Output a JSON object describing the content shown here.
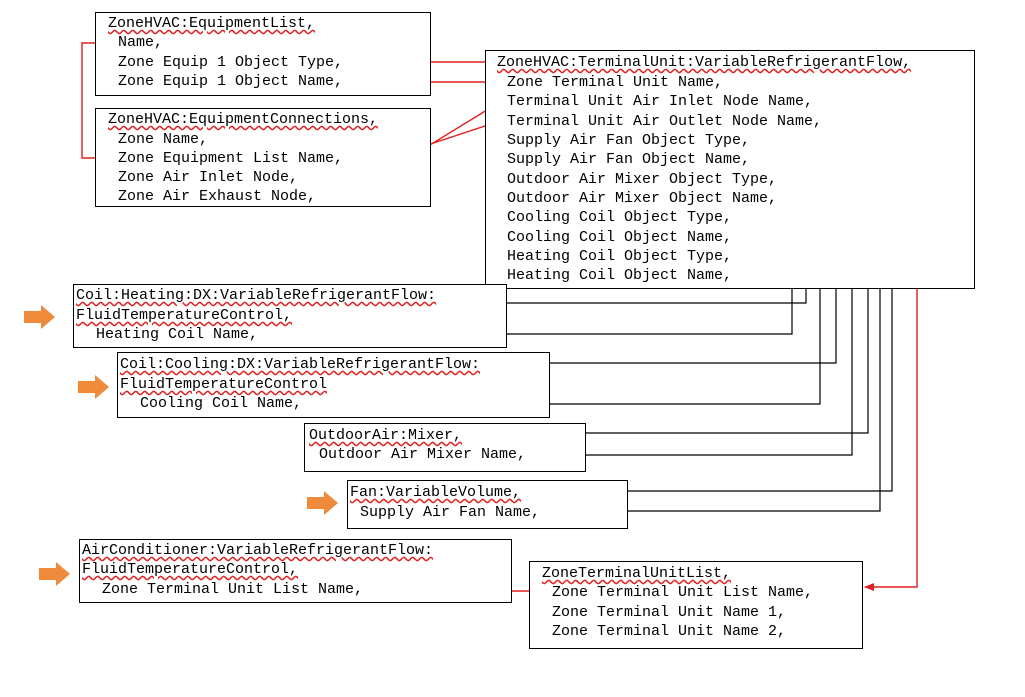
{
  "colors": {
    "link_red": "#e02020",
    "link_black": "#000000",
    "marker_orange": "#ef8a3a"
  },
  "eq_list": {
    "header": "ZoneHVAC:EquipmentList,",
    "name": "Name,",
    "equip_type": "Zone Equip 1 Object Type,",
    "equip_name": "Zone Equip 1 Object Name,"
  },
  "eq_conn": {
    "header": "ZoneHVAC:EquipmentConnections,",
    "zone_name": "Zone Name,",
    "equip_list_name": "Zone Equipment List Name,",
    "air_inlet": "Zone Air Inlet Node,",
    "air_exhaust": "Zone Air Exhaust Node,"
  },
  "vrf_tu": {
    "header": "ZoneHVAC:TerminalUnit:VariableRefrigerantFlow,",
    "tu_name": "Zone Terminal Unit Name,",
    "inlet_node": "Terminal Unit Air Inlet Node Name,",
    "outlet_node": "Terminal Unit Air Outlet Node Name,",
    "fan_type": "Supply Air Fan Object Type,",
    "fan_name": "Supply Air Fan Object Name,",
    "oa_type": "Outdoor Air Mixer Object Type,",
    "oa_name": "Outdoor Air Mixer Object Name,",
    "cc_type": "Cooling Coil Object Type,",
    "cc_name": "Cooling Coil Object Name,",
    "hc_type": "Heating Coil Object Type,",
    "hc_name": "Heating Coil Object Name,"
  },
  "heat_coil": {
    "header_1": "Coil:Heating:DX:VariableRefrigerantFlow:",
    "header_2": "FluidTemperatureControl,",
    "name": "Heating Coil Name,"
  },
  "cool_coil": {
    "header_1": "Coil:Cooling:DX:VariableRefrigerantFlow:",
    "header_2": "FluidTemperatureControl",
    "name": "Cooling Coil Name,"
  },
  "oa_mixer": {
    "header": "OutdoorAir:Mixer,",
    "name": "Outdoor Air Mixer Name,"
  },
  "fan": {
    "header": "Fan:VariableVolume,",
    "name": "Supply Air Fan Name,"
  },
  "ac_vrf": {
    "header_1": "AirConditioner:VariableRefrigerantFlow:",
    "header_2": "FluidTemperatureControl,",
    "list_name": "Zone Terminal Unit List Name,"
  },
  "tu_list": {
    "header": "ZoneTerminalUnitList,",
    "list_name": "Zone Terminal Unit List Name,",
    "name_1": "Zone Terminal Unit Name 1,",
    "name_2": "Zone Terminal Unit Name 2,"
  }
}
